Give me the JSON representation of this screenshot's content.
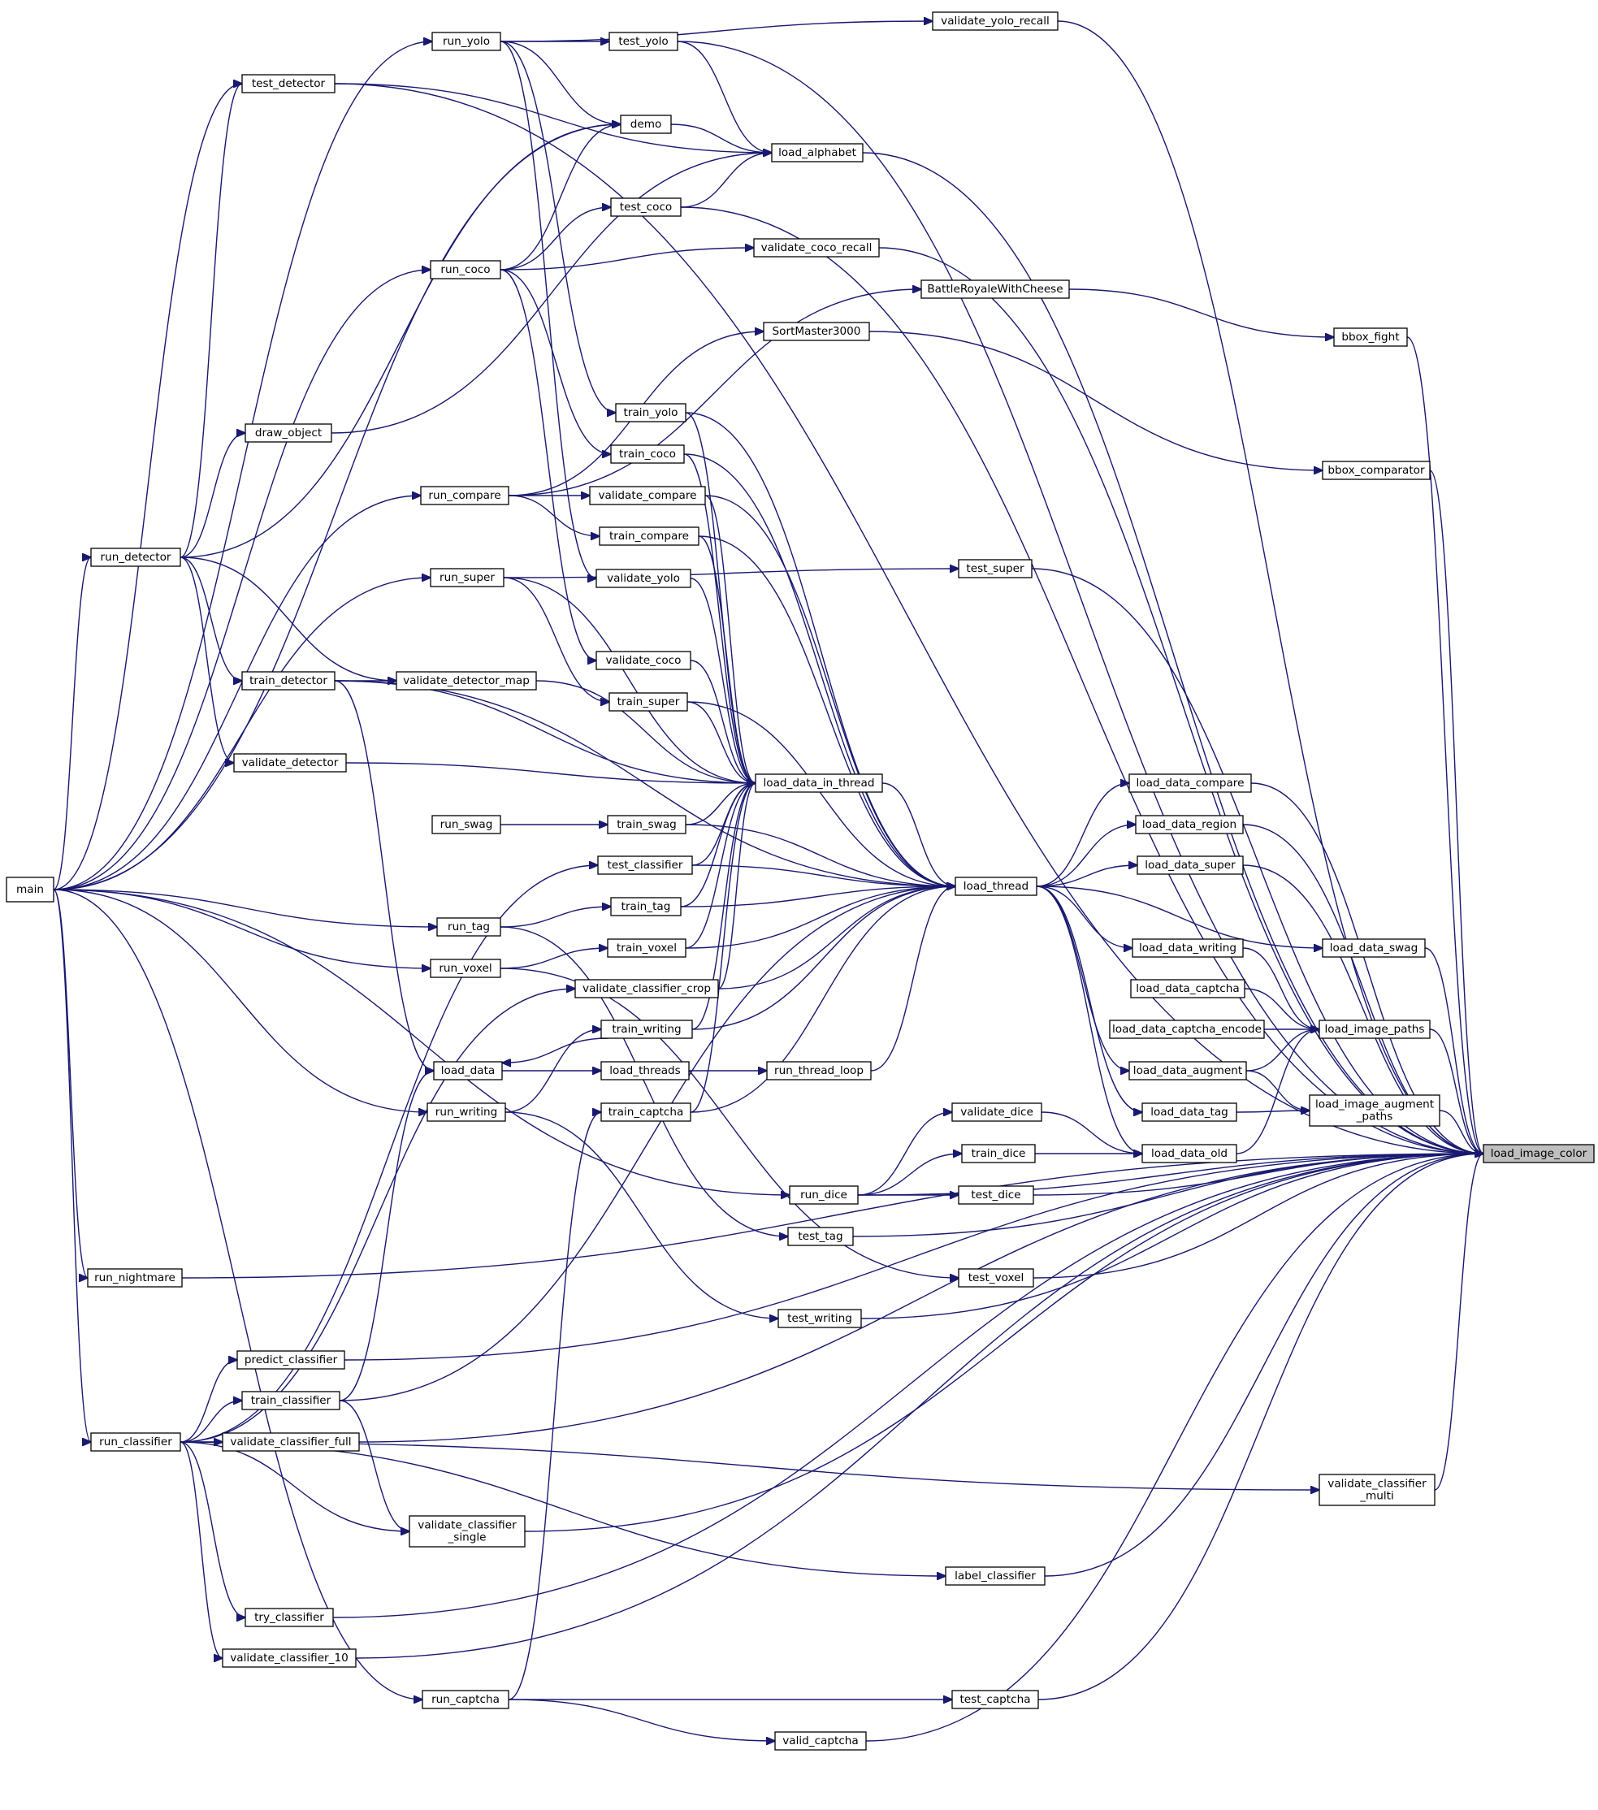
{
  "graph": {
    "highlight": "load_image_color",
    "edge_color": "#191970",
    "nodes": [
      {
        "id": "main",
        "lines": [
          "main"
        ]
      },
      {
        "id": "run_yolo",
        "lines": [
          "run_yolo"
        ]
      },
      {
        "id": "test_yolo",
        "lines": [
          "test_yolo"
        ]
      },
      {
        "id": "validate_yolo_recall",
        "lines": [
          "validate_yolo_recall"
        ]
      },
      {
        "id": "test_detector",
        "lines": [
          "test_detector"
        ]
      },
      {
        "id": "demo",
        "lines": [
          "demo"
        ]
      },
      {
        "id": "load_alphabet",
        "lines": [
          "load_alphabet"
        ]
      },
      {
        "id": "test_coco",
        "lines": [
          "test_coco"
        ]
      },
      {
        "id": "validate_coco_recall",
        "lines": [
          "validate_coco_recall"
        ]
      },
      {
        "id": "run_coco",
        "lines": [
          "run_coco"
        ]
      },
      {
        "id": "BattleRoyaleWithCheese",
        "lines": [
          "BattleRoyaleWithCheese"
        ]
      },
      {
        "id": "bbox_fight",
        "lines": [
          "bbox_fight"
        ]
      },
      {
        "id": "SortMaster3000",
        "lines": [
          "SortMaster3000"
        ]
      },
      {
        "id": "train_yolo",
        "lines": [
          "train_yolo"
        ]
      },
      {
        "id": "draw_object",
        "lines": [
          "draw_object"
        ]
      },
      {
        "id": "train_coco",
        "lines": [
          "train_coco"
        ]
      },
      {
        "id": "bbox_comparator",
        "lines": [
          "bbox_comparator"
        ]
      },
      {
        "id": "run_compare",
        "lines": [
          "run_compare"
        ]
      },
      {
        "id": "validate_compare",
        "lines": [
          "validate_compare"
        ]
      },
      {
        "id": "train_compare",
        "lines": [
          "train_compare"
        ]
      },
      {
        "id": "run_detector",
        "lines": [
          "run_detector"
        ]
      },
      {
        "id": "test_super",
        "lines": [
          "test_super"
        ]
      },
      {
        "id": "run_super",
        "lines": [
          "run_super"
        ]
      },
      {
        "id": "validate_yolo",
        "lines": [
          "validate_yolo"
        ]
      },
      {
        "id": "validate_coco",
        "lines": [
          "validate_coco"
        ]
      },
      {
        "id": "train_detector",
        "lines": [
          "train_detector"
        ]
      },
      {
        "id": "validate_detector_map",
        "lines": [
          "validate_detector_map"
        ]
      },
      {
        "id": "train_super",
        "lines": [
          "train_super"
        ]
      },
      {
        "id": "validate_detector",
        "lines": [
          "validate_detector"
        ]
      },
      {
        "id": "load_data_in_thread",
        "lines": [
          "load_data_in_thread"
        ]
      },
      {
        "id": "load_data_compare",
        "lines": [
          "load_data_compare"
        ]
      },
      {
        "id": "run_swag",
        "lines": [
          "run_swag"
        ]
      },
      {
        "id": "train_swag",
        "lines": [
          "train_swag"
        ]
      },
      {
        "id": "load_data_region",
        "lines": [
          "load_data_region"
        ]
      },
      {
        "id": "test_classifier",
        "lines": [
          "test_classifier"
        ]
      },
      {
        "id": "load_data_super",
        "lines": [
          "load_data_super"
        ]
      },
      {
        "id": "load_thread",
        "lines": [
          "load_thread"
        ]
      },
      {
        "id": "train_tag",
        "lines": [
          "train_tag"
        ]
      },
      {
        "id": "run_tag",
        "lines": [
          "run_tag"
        ]
      },
      {
        "id": "load_data_writing",
        "lines": [
          "load_data_writing"
        ]
      },
      {
        "id": "load_data_swag",
        "lines": [
          "load_data_swag"
        ]
      },
      {
        "id": "train_voxel",
        "lines": [
          "train_voxel"
        ]
      },
      {
        "id": "run_voxel",
        "lines": [
          "run_voxel"
        ]
      },
      {
        "id": "validate_classifier_crop",
        "lines": [
          "validate_classifier_crop"
        ]
      },
      {
        "id": "load_data_captcha",
        "lines": [
          "load_data_captcha"
        ]
      },
      {
        "id": "train_writing",
        "lines": [
          "train_writing"
        ]
      },
      {
        "id": "load_data_captcha_encode",
        "lines": [
          "load_data_captcha_encode"
        ]
      },
      {
        "id": "load_image_paths",
        "lines": [
          "load_image_paths"
        ]
      },
      {
        "id": "load_data",
        "lines": [
          "load_data"
        ]
      },
      {
        "id": "load_threads",
        "lines": [
          "load_threads"
        ]
      },
      {
        "id": "run_thread_loop",
        "lines": [
          "run_thread_loop"
        ]
      },
      {
        "id": "load_data_augment",
        "lines": [
          "load_data_augment"
        ]
      },
      {
        "id": "run_writing",
        "lines": [
          "run_writing"
        ]
      },
      {
        "id": "train_captcha",
        "lines": [
          "train_captcha"
        ]
      },
      {
        "id": "validate_dice",
        "lines": [
          "validate_dice"
        ]
      },
      {
        "id": "load_data_tag",
        "lines": [
          "load_data_tag"
        ]
      },
      {
        "id": "load_image_augment_paths",
        "lines": [
          "load_image_augment",
          "_paths"
        ]
      },
      {
        "id": "train_dice",
        "lines": [
          "train_dice"
        ]
      },
      {
        "id": "load_data_old",
        "lines": [
          "load_data_old"
        ]
      },
      {
        "id": "load_image_color",
        "lines": [
          "load_image_color"
        ]
      },
      {
        "id": "run_dice",
        "lines": [
          "run_dice"
        ]
      },
      {
        "id": "test_dice",
        "lines": [
          "test_dice"
        ]
      },
      {
        "id": "test_tag",
        "lines": [
          "test_tag"
        ]
      },
      {
        "id": "run_nightmare",
        "lines": [
          "run_nightmare"
        ]
      },
      {
        "id": "test_voxel",
        "lines": [
          "test_voxel"
        ]
      },
      {
        "id": "test_writing",
        "lines": [
          "test_writing"
        ]
      },
      {
        "id": "predict_classifier",
        "lines": [
          "predict_classifier"
        ]
      },
      {
        "id": "train_classifier",
        "lines": [
          "train_classifier"
        ]
      },
      {
        "id": "run_classifier",
        "lines": [
          "run_classifier"
        ]
      },
      {
        "id": "validate_classifier_full",
        "lines": [
          "validate_classifier_full"
        ]
      },
      {
        "id": "validate_classifier_multi",
        "lines": [
          "validate_classifier",
          "_multi"
        ]
      },
      {
        "id": "validate_classifier_single",
        "lines": [
          "validate_classifier",
          "_single"
        ]
      },
      {
        "id": "label_classifier",
        "lines": [
          "label_classifier"
        ]
      },
      {
        "id": "try_classifier",
        "lines": [
          "try_classifier"
        ]
      },
      {
        "id": "validate_classifier_10",
        "lines": [
          "validate_classifier_10"
        ]
      },
      {
        "id": "run_captcha",
        "lines": [
          "run_captcha"
        ]
      },
      {
        "id": "test_captcha",
        "lines": [
          "test_captcha"
        ]
      },
      {
        "id": "valid_captcha",
        "lines": [
          "valid_captcha"
        ]
      }
    ],
    "edges": [
      [
        "main",
        "run_yolo"
      ],
      [
        "main",
        "run_coco"
      ],
      [
        "main",
        "run_compare"
      ],
      [
        "main",
        "run_detector"
      ],
      [
        "main",
        "run_super"
      ],
      [
        "main",
        "run_tag"
      ],
      [
        "main",
        "run_voxel"
      ],
      [
        "main",
        "run_writing"
      ],
      [
        "main",
        "run_dice"
      ],
      [
        "main",
        "run_nightmare"
      ],
      [
        "main",
        "run_classifier"
      ],
      [
        "main",
        "run_captcha"
      ],
      [
        "main",
        "test_detector"
      ],
      [
        "main",
        "demo"
      ],
      [
        "run_yolo",
        "test_yolo"
      ],
      [
        "run_yolo",
        "validate_yolo_recall"
      ],
      [
        "run_yolo",
        "demo"
      ],
      [
        "run_yolo",
        "train_yolo"
      ],
      [
        "run_yolo",
        "validate_yolo"
      ],
      [
        "run_coco",
        "test_coco"
      ],
      [
        "run_coco",
        "validate_coco_recall"
      ],
      [
        "run_coco",
        "demo"
      ],
      [
        "run_coco",
        "train_coco"
      ],
      [
        "run_coco",
        "validate_coco"
      ],
      [
        "run_detector",
        "test_detector"
      ],
      [
        "run_detector",
        "demo"
      ],
      [
        "run_detector",
        "draw_object"
      ],
      [
        "run_detector",
        "train_detector"
      ],
      [
        "run_detector",
        "validate_detector_map"
      ],
      [
        "run_detector",
        "validate_detector"
      ],
      [
        "run_compare",
        "validate_compare"
      ],
      [
        "run_compare",
        "train_compare"
      ],
      [
        "run_compare",
        "BattleRoyaleWithCheese"
      ],
      [
        "run_compare",
        "SortMaster3000"
      ],
      [
        "run_super",
        "train_super"
      ],
      [
        "run_super",
        "test_super"
      ],
      [
        "run_swag",
        "train_swag"
      ],
      [
        "run_tag",
        "train_tag"
      ],
      [
        "run_tag",
        "test_tag"
      ],
      [
        "run_voxel",
        "train_voxel"
      ],
      [
        "run_voxel",
        "test_voxel"
      ],
      [
        "run_writing",
        "train_writing"
      ],
      [
        "run_writing",
        "test_writing"
      ],
      [
        "run_dice",
        "validate_dice"
      ],
      [
        "run_dice",
        "train_dice"
      ],
      [
        "run_dice",
        "test_dice"
      ],
      [
        "run_classifier",
        "test_classifier"
      ],
      [
        "run_classifier",
        "validate_classifier_crop"
      ],
      [
        "run_classifier",
        "predict_classifier"
      ],
      [
        "run_classifier",
        "train_classifier"
      ],
      [
        "run_classifier",
        "validate_classifier_full"
      ],
      [
        "run_classifier",
        "validate_classifier_multi"
      ],
      [
        "run_classifier",
        "validate_classifier_single"
      ],
      [
        "run_classifier",
        "label_classifier"
      ],
      [
        "run_classifier",
        "try_classifier"
      ],
      [
        "run_classifier",
        "validate_classifier_10"
      ],
      [
        "run_captcha",
        "train_captcha"
      ],
      [
        "run_captcha",
        "test_captcha"
      ],
      [
        "run_captcha",
        "valid_captcha"
      ],
      [
        "train_detector",
        "validate_detector_map"
      ],
      [
        "train_detector",
        "load_data"
      ],
      [
        "train_classifier",
        "load_data"
      ],
      [
        "train_classifier",
        "validate_classifier_single"
      ],
      [
        "train_writing",
        "load_data"
      ],
      [
        "load_data",
        "load_threads"
      ],
      [
        "load_threads",
        "run_thread_loop"
      ],
      [
        "run_thread_loop",
        "load_thread"
      ],
      [
        "test_yolo",
        "load_alphabet"
      ],
      [
        "test_detector",
        "load_alphabet"
      ],
      [
        "demo",
        "load_alphabet"
      ],
      [
        "test_coco",
        "load_alphabet"
      ],
      [
        "draw_object",
        "load_alphabet"
      ],
      [
        "BattleRoyaleWithCheese",
        "bbox_fight"
      ],
      [
        "SortMaster3000",
        "bbox_comparator"
      ],
      [
        "train_yolo",
        "load_data_in_thread"
      ],
      [
        "train_coco",
        "load_data_in_thread"
      ],
      [
        "validate_compare",
        "load_data_in_thread"
      ],
      [
        "train_compare",
        "load_data_in_thread"
      ],
      [
        "validate_yolo",
        "load_data_in_thread"
      ],
      [
        "validate_coco",
        "load_data_in_thread"
      ],
      [
        "train_super",
        "load_data_in_thread"
      ],
      [
        "validate_detector_map",
        "load_data_in_thread"
      ],
      [
        "validate_detector",
        "load_data_in_thread"
      ],
      [
        "train_swag",
        "load_data_in_thread"
      ],
      [
        "test_classifier",
        "load_data_in_thread"
      ],
      [
        "train_tag",
        "load_data_in_thread"
      ],
      [
        "train_voxel",
        "load_data_in_thread"
      ],
      [
        "validate_classifier_crop",
        "load_data_in_thread"
      ],
      [
        "train_writing",
        "load_data_in_thread"
      ],
      [
        "train_captcha",
        "load_data_in_thread"
      ],
      [
        "train_detector",
        "load_data_in_thread"
      ],
      [
        "run_super",
        "load_data_in_thread"
      ],
      [
        "load_data_in_thread",
        "load_thread"
      ],
      [
        "train_yolo",
        "load_thread"
      ],
      [
        "train_coco",
        "load_thread"
      ],
      [
        "validate_compare",
        "load_thread"
      ],
      [
        "train_compare",
        "load_thread"
      ],
      [
        "train_super",
        "load_thread"
      ],
      [
        "train_swag",
        "load_thread"
      ],
      [
        "test_classifier",
        "load_thread"
      ],
      [
        "train_tag",
        "load_thread"
      ],
      [
        "train_voxel",
        "load_thread"
      ],
      [
        "validate_classifier_crop",
        "load_thread"
      ],
      [
        "train_writing",
        "load_thread"
      ],
      [
        "train_captcha",
        "load_thread"
      ],
      [
        "train_detector",
        "load_thread"
      ],
      [
        "train_classifier",
        "load_thread"
      ],
      [
        "load_thread",
        "load_data_compare"
      ],
      [
        "load_thread",
        "load_data_region"
      ],
      [
        "load_thread",
        "load_data_super"
      ],
      [
        "load_thread",
        "load_data_swag"
      ],
      [
        "load_thread",
        "load_data_writing"
      ],
      [
        "load_thread",
        "load_data_augment"
      ],
      [
        "load_thread",
        "load_data_tag"
      ],
      [
        "load_thread",
        "load_data_old"
      ],
      [
        "load_data_writing",
        "load_image_paths"
      ],
      [
        "load_data_captcha",
        "load_image_paths"
      ],
      [
        "load_data_captcha_encode",
        "load_image_paths"
      ],
      [
        "load_data_augment",
        "load_image_paths"
      ],
      [
        "load_data_old",
        "load_image_paths"
      ],
      [
        "load_data_tag",
        "load_image_augment_paths"
      ],
      [
        "load_data_augment",
        "load_image_augment_paths"
      ],
      [
        "validate_dice",
        "load_data_old"
      ],
      [
        "train_dice",
        "load_data_old"
      ],
      [
        "validate_yolo_recall",
        "load_image_color"
      ],
      [
        "test_yolo",
        "load_image_color"
      ],
      [
        "load_alphabet",
        "load_image_color"
      ],
      [
        "test_coco",
        "load_image_color"
      ],
      [
        "validate_coco_recall",
        "load_image_color"
      ],
      [
        "bbox_fight",
        "load_image_color"
      ],
      [
        "bbox_comparator",
        "load_image_color"
      ],
      [
        "test_super",
        "load_image_color"
      ],
      [
        "load_data_compare",
        "load_image_color"
      ],
      [
        "load_data_region",
        "load_image_color"
      ],
      [
        "load_data_super",
        "load_image_color"
      ],
      [
        "load_data_swag",
        "load_image_color"
      ],
      [
        "load_image_paths",
        "load_image_color"
      ],
      [
        "load_image_augment_paths",
        "load_image_color"
      ],
      [
        "test_dice",
        "load_image_color"
      ],
      [
        "test_tag",
        "load_image_color"
      ],
      [
        "test_voxel",
        "load_image_color"
      ],
      [
        "test_writing",
        "load_image_color"
      ],
      [
        "run_nightmare",
        "load_image_color"
      ],
      [
        "predict_classifier",
        "load_image_color"
      ],
      [
        "validate_classifier_full",
        "load_image_color"
      ],
      [
        "validate_classifier_multi",
        "load_image_color"
      ],
      [
        "validate_classifier_single",
        "load_image_color"
      ],
      [
        "label_classifier",
        "load_image_color"
      ],
      [
        "try_classifier",
        "load_image_color"
      ],
      [
        "validate_classifier_10",
        "load_image_color"
      ],
      [
        "test_captcha",
        "load_image_color"
      ],
      [
        "valid_captcha",
        "load_image_color"
      ],
      [
        "test_detector",
        "load_image_color"
      ],
      [
        "run_dice",
        "load_image_color"
      ]
    ]
  }
}
